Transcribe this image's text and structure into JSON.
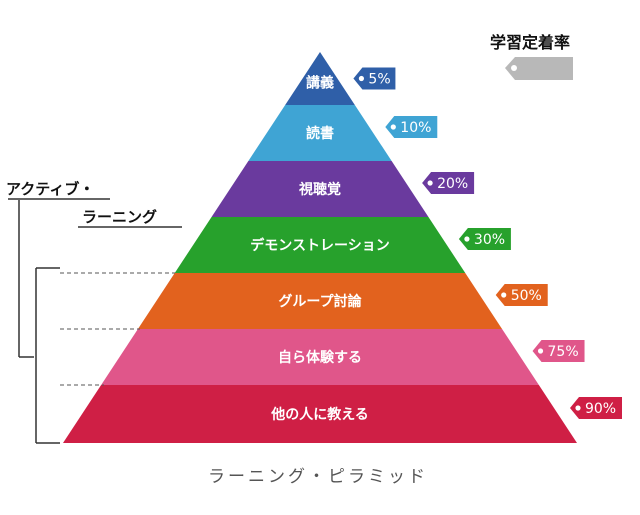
{
  "legend": {
    "title": "学習定着率",
    "color": "#b8b8b8"
  },
  "side": {
    "line1": "アクティブ・",
    "line2": "ラーニング"
  },
  "caption": "ラーニング・ピラミッド",
  "levels": [
    {
      "label": "講義",
      "rate": "5%",
      "color": "#2f5fa8"
    },
    {
      "label": "読書",
      "rate": "10%",
      "color": "#3fa4d4"
    },
    {
      "label": "視聴覚",
      "rate": "20%",
      "color": "#6a3a9e"
    },
    {
      "label": "デモンストレーション",
      "rate": "30%",
      "color": "#27a12c"
    },
    {
      "label": "グループ討論",
      "rate": "50%",
      "color": "#e2621e"
    },
    {
      "label": "自ら体験する",
      "rate": "75%",
      "color": "#e0568a"
    },
    {
      "label": "他の人に教える",
      "rate": "90%",
      "color": "#cf1f45"
    }
  ]
}
